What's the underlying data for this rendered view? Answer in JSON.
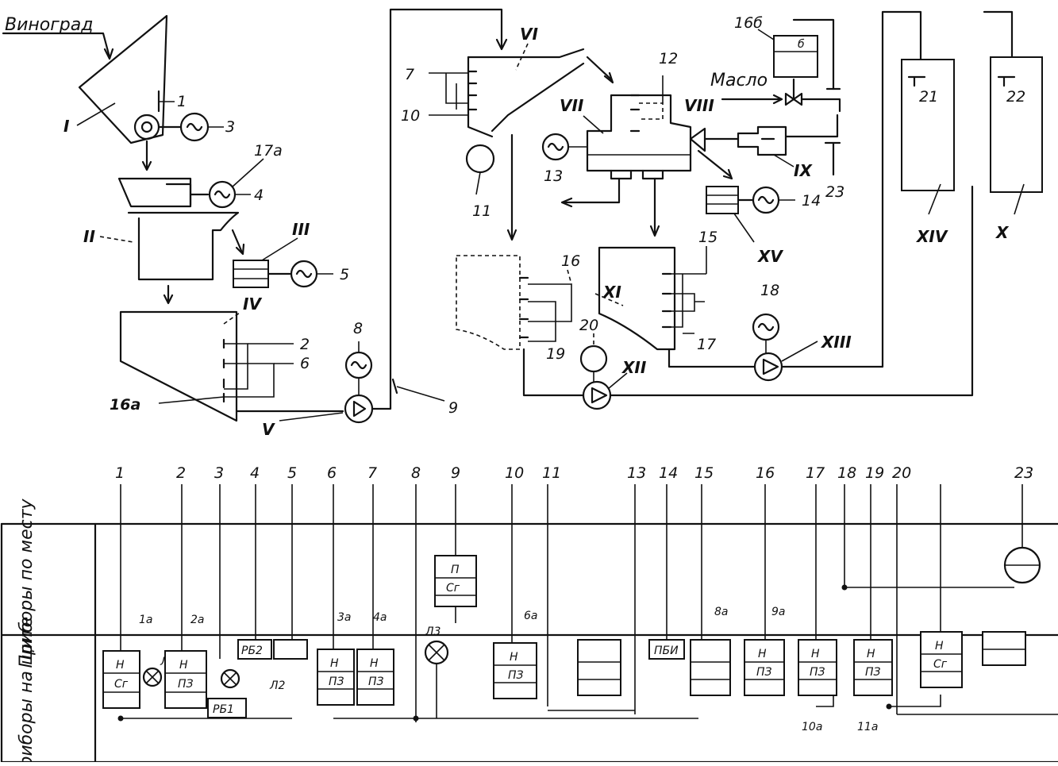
{
  "input_label": "Виноград",
  "oil_label": "Масло",
  "equipment_numerals": {
    "I": "I",
    "II": "II",
    "III": "III",
    "IV": "IV",
    "V": "V",
    "VI": "VI",
    "VII": "VII",
    "VIII": "VIII",
    "IX": "IX",
    "X": "X",
    "XI": "XI",
    "XII": "XII",
    "XIII": "XIII",
    "XIV": "XIV",
    "XV": "XV"
  },
  "top_numbers": {
    "n1": "1",
    "n2": "2",
    "n3": "3",
    "n4": "4",
    "n5": "5",
    "n6": "6",
    "n7": "7",
    "n8": "8",
    "n9": "9",
    "n10": "10",
    "n11": "11",
    "n12": "12",
    "n13": "13",
    "n14": "14",
    "n15": "15",
    "n16": "16",
    "n17": "17",
    "n18": "18",
    "n19": "19",
    "n20": "20",
    "n21": "21",
    "n22": "22",
    "n23": "23",
    "n16a": "16а",
    "n17a": "17а",
    "n16b": "16б"
  },
  "panel": {
    "row_local": "Приборы по месту",
    "row_board": "Приборы на щите",
    "line_numbers": [
      "1",
      "2",
      "3",
      "4",
      "5",
      "6",
      "7",
      "8",
      "9",
      "10",
      "11",
      "13",
      "14",
      "15",
      "16",
      "17",
      "18",
      "19",
      "20",
      "23"
    ],
    "sub_labels": {
      "s1a": "1а",
      "s2a": "2а",
      "s3a": "3а",
      "s4a": "4а",
      "s6a": "6а",
      "s8a": "8а",
      "s9a": "9а",
      "s10a": "10а",
      "s11a": "11а"
    },
    "lamps": {
      "l1": "Л1",
      "l2": "Л2",
      "l3": "Л3"
    },
    "relays": {
      "rb1": "РБ1",
      "rb2": "РБ2",
      "pbi": "ПБИ"
    },
    "instrument_top": "Н",
    "instrument_types": {
      "sg": "Сг",
      "pz": "ПЗ"
    },
    "local_instrument": {
      "top": "П",
      "bottom": "Сг"
    }
  }
}
